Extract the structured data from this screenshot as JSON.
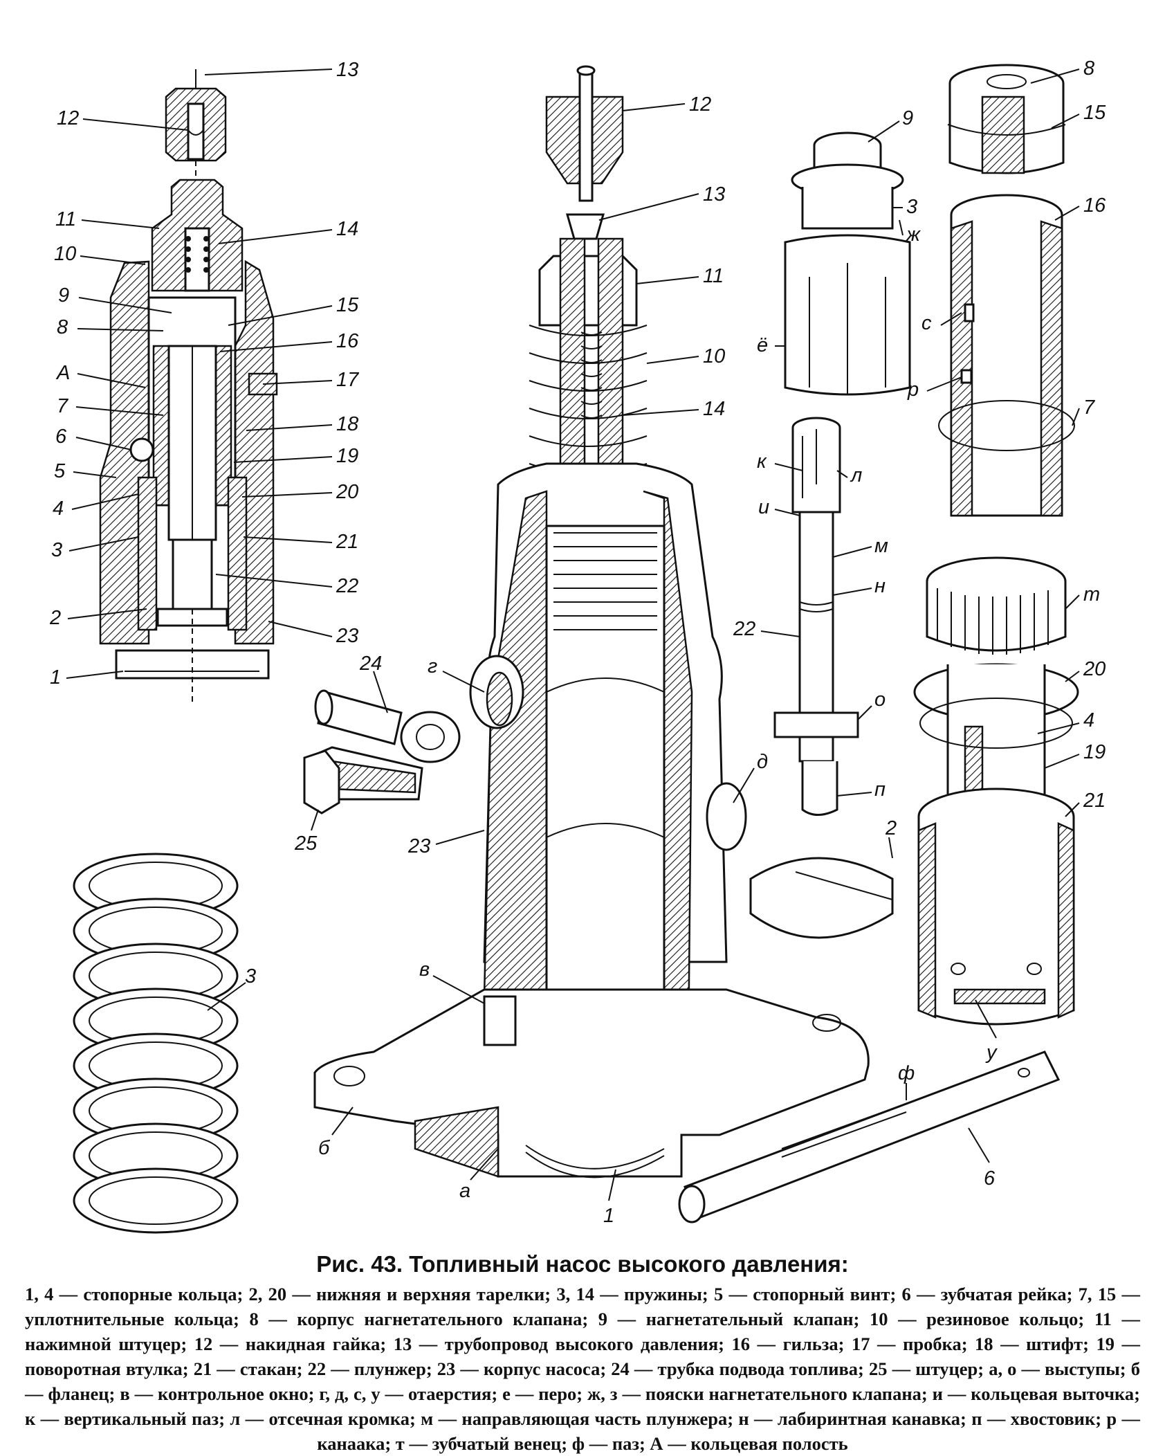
{
  "figure": {
    "left_assembly_labels": [
      "13",
      "12",
      "11",
      "14",
      "10",
      "9",
      "15",
      "8",
      "16",
      "А",
      "17",
      "7",
      "18",
      "6",
      "19",
      "5",
      "20",
      "4",
      "21",
      "3",
      "22",
      "2",
      "23",
      "1"
    ],
    "center_labels": [
      "12",
      "13",
      "11",
      "10",
      "14",
      "г",
      "д",
      "24",
      "25",
      "23",
      "в",
      "б",
      "а",
      "1"
    ],
    "right_labels": [
      "8",
      "15",
      "9",
      "3",
      "ж",
      "16",
      "ё",
      "с",
      "р",
      "7",
      "к",
      "л",
      "и",
      "м",
      "н",
      "22",
      "т",
      "20",
      "о",
      "4",
      "19",
      "п",
      "21",
      "2",
      "у",
      "ф",
      "6"
    ],
    "spring_label": "3"
  },
  "caption": {
    "title": "Рис. 43. Топливный насос высокого давления:",
    "text": "1, 4 — стопорные кольца; 2, 20 — нижняя и верхняя тарелки; 3, 14 — пружины; 5 — стопорный винт; 6 — зубчатая рейка; 7, 15 — уплотнительные кольца; 8 — корпус нагнетательного клапана; 9 — нагнетательный клапан; 10 — резиновое кольцо; 11 — нажимной штуцер; 12 — накидная гайка; 13 — трубопровод высокого давления; 16 — гильза; 17 — пробка; 18 — штифт; 19 — поворотная втулка; 21 — стакан; 22 — плунжер; 23 — корпус насоса; 24 — трубка подвода топлива; 25 — штуцер; а, о — выступы; б — фланец; в — контрольное окно; г, д, с, у — отаерстия; е — перо; ж, з — пояски нагнетательного клапана; и — кольцевая выточка; к — вертикальный паз; л — отсечная кромка; м — направляющая часть плунжера; н — лабиринтная канавка; п — хвостовик; р — канаака; т — зубчатый венец; ф — паз; А — кольцевая полость"
  }
}
